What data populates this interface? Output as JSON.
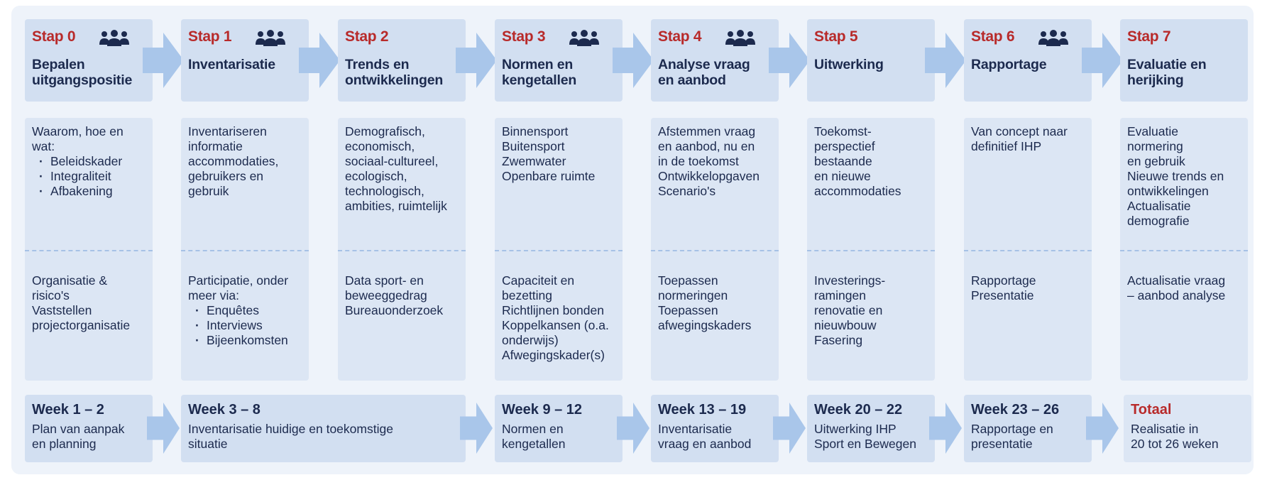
{
  "steps": [
    {
      "title": "Stap 0",
      "subtitle_lines": [
        "Bepalen",
        "uitgangspositie"
      ],
      "team_icon": true,
      "top": [
        {
          "t": "Waarom, hoe en"
        },
        {
          "t": "wat:"
        },
        {
          "t": "Beleidskader",
          "b": true
        },
        {
          "t": "Integraliteit",
          "b": true
        },
        {
          "t": "Afbakening",
          "b": true
        }
      ],
      "bottom": [
        {
          "t": "Organisatie &"
        },
        {
          "t": "risico's"
        },
        {
          "t": "Vaststellen"
        },
        {
          "t": "projectorganisatie"
        }
      ]
    },
    {
      "title": "Stap 1",
      "subtitle_lines": [
        "Inventarisatie"
      ],
      "team_icon": true,
      "top": [
        {
          "t": "Inventariseren"
        },
        {
          "t": "informatie"
        },
        {
          "t": "accommodaties,"
        },
        {
          "t": "gebruikers en"
        },
        {
          "t": "gebruik"
        }
      ],
      "bottom": [
        {
          "t": "Participatie, onder"
        },
        {
          "t": "meer via:"
        },
        {
          "t": "Enquêtes",
          "b": true
        },
        {
          "t": "Interviews",
          "b": true
        },
        {
          "t": "Bijeenkomsten",
          "b": true
        }
      ]
    },
    {
      "title": "Stap 2",
      "subtitle_lines": [
        "Trends en",
        "ontwikkelingen"
      ],
      "team_icon": false,
      "top": [
        {
          "t": "Demografisch,"
        },
        {
          "t": "economisch,"
        },
        {
          "t": "sociaal-cultureel,"
        },
        {
          "t": "ecologisch,"
        },
        {
          "t": "technologisch,"
        },
        {
          "t": "ambities, ruimtelijk"
        }
      ],
      "bottom": [
        {
          "t": "Data sport- en"
        },
        {
          "t": "beweeggedrag"
        },
        {
          "t": "Bureauonderzoek"
        }
      ]
    },
    {
      "title": "Stap 3",
      "subtitle_lines": [
        "Normen en",
        "kengetallen"
      ],
      "team_icon": true,
      "top": [
        {
          "t": "Binnensport"
        },
        {
          "t": "Buitensport"
        },
        {
          "t": "Zwemwater"
        },
        {
          "t": "Openbare ruimte"
        }
      ],
      "bottom": [
        {
          "t": "Capaciteit en"
        },
        {
          "t": "bezetting"
        },
        {
          "t": "Richtlijnen bonden"
        },
        {
          "t": "Koppelkansen (o.a."
        },
        {
          "t": "onderwijs)"
        },
        {
          "t": "Afwegingskader(s)"
        }
      ]
    },
    {
      "title": "Stap 4",
      "subtitle_lines": [
        "Analyse vraag",
        "en aanbod"
      ],
      "team_icon": true,
      "top": [
        {
          "t": "Afstemmen vraag"
        },
        {
          "t": "en aanbod, nu en"
        },
        {
          "t": "in de toekomst"
        },
        {
          "t": "Ontwikkelopgaven"
        },
        {
          "t": "Scenario's"
        }
      ],
      "bottom": [
        {
          "t": "Toepassen"
        },
        {
          "t": "normeringen"
        },
        {
          "t": "Toepassen"
        },
        {
          "t": "afwegingskaders"
        }
      ]
    },
    {
      "title": "Stap 5",
      "subtitle_lines": [
        "Uitwerking"
      ],
      "team_icon": false,
      "top": [
        {
          "t": "Toekomst-"
        },
        {
          "t": "perspectief"
        },
        {
          "t": "bestaande"
        },
        {
          "t": "en nieuwe"
        },
        {
          "t": "accommodaties"
        }
      ],
      "bottom": [
        {
          "t": "Investerings-"
        },
        {
          "t": "ramingen"
        },
        {
          "t": "renovatie en"
        },
        {
          "t": "nieuwbouw"
        },
        {
          "t": "Fasering"
        }
      ]
    },
    {
      "title": "Stap 6",
      "subtitle_lines": [
        "Rapportage"
      ],
      "team_icon": true,
      "top": [
        {
          "t": "Van concept naar"
        },
        {
          "t": "definitief IHP"
        }
      ],
      "bottom": [
        {
          "t": "Rapportage"
        },
        {
          "t": "Presentatie"
        }
      ]
    },
    {
      "title": "Stap 7",
      "subtitle_lines": [
        "Evaluatie en",
        "herijking"
      ],
      "team_icon": false,
      "top": [
        {
          "t": "Evaluatie"
        },
        {
          "t": "normering"
        },
        {
          "t": "en gebruik"
        },
        {
          "t": "Nieuwe trends en"
        },
        {
          "t": "ontwikkelingen"
        },
        {
          "t": "Actualisatie"
        },
        {
          "t": "demografie"
        }
      ],
      "bottom": [
        {
          "t": "Actualisatie vraag"
        },
        {
          "t": "– aanbod analyse"
        }
      ]
    }
  ],
  "weeks": [
    {
      "title": "Week 1 – 2",
      "text_lines": [
        "Plan van aanpak",
        "en planning"
      ]
    },
    {
      "title": "Week 3 – 8",
      "text_lines": [
        "Inventarisatie huidige en toekomstige",
        "situatie"
      ]
    },
    {
      "title": "Week 9 – 12",
      "text_lines": [
        "Normen en",
        "kengetallen"
      ]
    },
    {
      "title": "Week 13 – 19",
      "text_lines": [
        "Inventarisatie",
        "vraag en aanbod"
      ]
    },
    {
      "title": "Week 20 – 22",
      "text_lines": [
        "Uitwerking IHP",
        "Sport en Bewegen"
      ]
    },
    {
      "title": "Week 23 – 26",
      "text_lines": [
        "Rapportage en",
        "presentatie"
      ]
    },
    {
      "title": "Totaal",
      "text_lines": [
        "Realisatie in",
        "20 tot 26 weken"
      ],
      "highlight": true
    }
  ],
  "colors": {
    "accent_red": "#b82a2a",
    "navy": "#1c2a4e",
    "box": "#d2dff1",
    "arrow": "#a9c6ea"
  }
}
